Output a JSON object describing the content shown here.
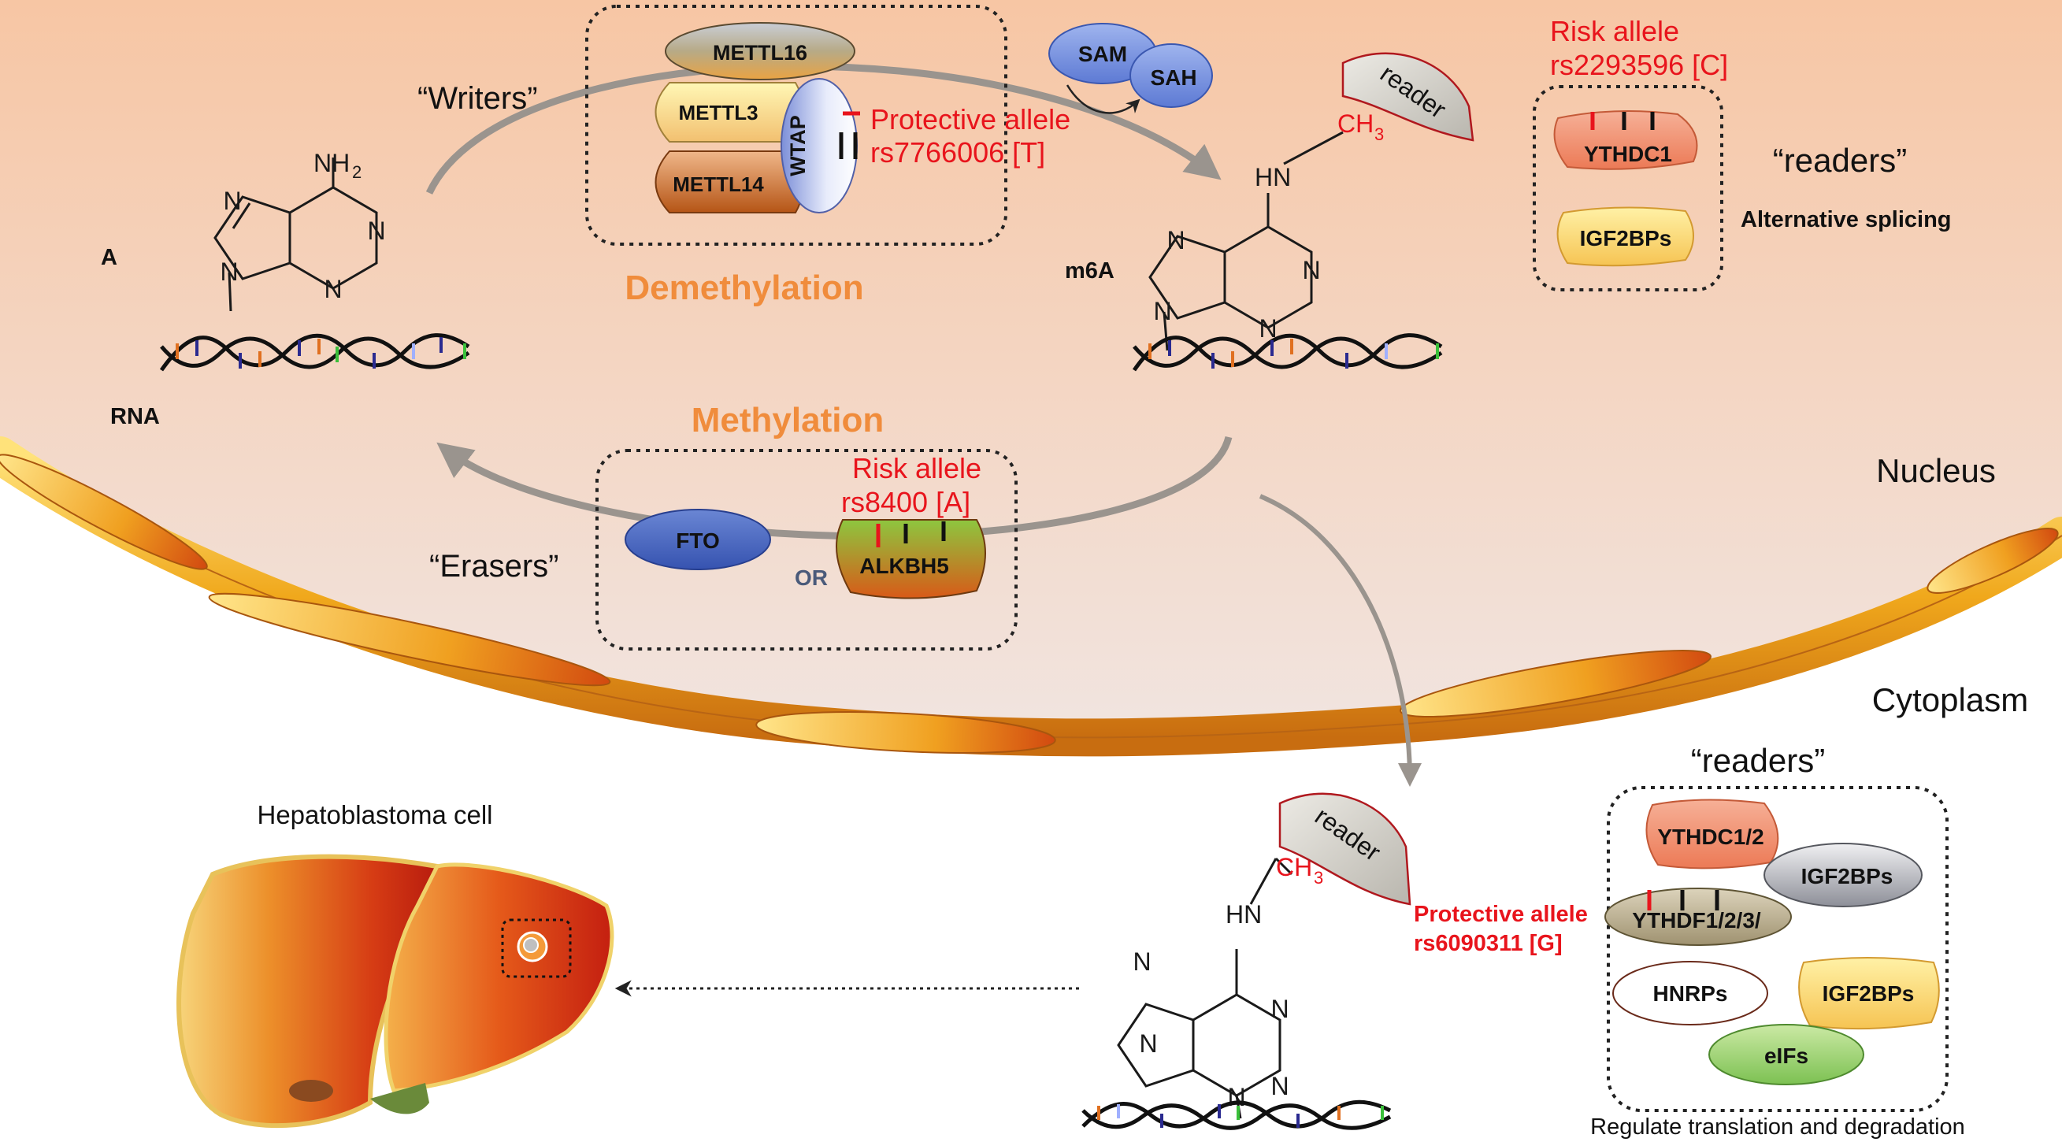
{
  "writers": {
    "title": "“Writers”",
    "proteins": {
      "mettl16": "METTL16",
      "mettl3": "METTL3",
      "mettl14": "METTL14",
      "wtap": "WTAP"
    },
    "variant_line1": "Protective allele",
    "variant_line2": "rs7766006 [T]"
  },
  "methyl_donor": {
    "sam": "SAM",
    "sah": "SAH"
  },
  "nucleus_reader": {
    "reader_label": "reader",
    "risk_line1": "Risk allele",
    "risk_line2": "rs2293596 [C]",
    "ythdc1": "YTHDC1",
    "igf2bps": "IGF2BPs",
    "readers_title": "“readers”",
    "function": "Alternative splicing"
  },
  "labels": {
    "a": "A",
    "m6a": "m6A",
    "rna": "RNA",
    "demethylation": "Demethylation",
    "methylation": "Methylation",
    "nucleus": "Nucleus",
    "cytoplasm": "Cytoplasm",
    "or": "OR",
    "hepatoblastoma": "Hepatoblastoma cell"
  },
  "chem": {
    "n": "N",
    "nh2": "NH",
    "sub2": "2",
    "hn": "HN",
    "ch3": "CH",
    "sub3": "3"
  },
  "erasers": {
    "title": "“Erasers”",
    "fto": "FTO",
    "alkbh5": "ALKBH5",
    "risk_line1": "Risk allele",
    "risk_line2": "rs8400 [A]"
  },
  "cytoplasm_reader": {
    "reader_label": "reader",
    "protective_line1": "Protective allele",
    "protective_line2": "rs6090311 [G]",
    "readers_title": "“readers”",
    "ythdc12": "YTHDC1/2",
    "igf2bps_top": "IGF2BPs",
    "ythdf": "YTHDF1/2/3/",
    "hnrps": "HNRPs",
    "igf2bps_bottom": "IGF2BPs",
    "eifs": "eIFs",
    "function": "Regulate translation and degradation"
  },
  "colors": {
    "nucleus_top": "#f7c7a6",
    "risk_red": "#e8141c",
    "process_orange": "#f08c3c",
    "arrow_gray": "#9a948e"
  }
}
